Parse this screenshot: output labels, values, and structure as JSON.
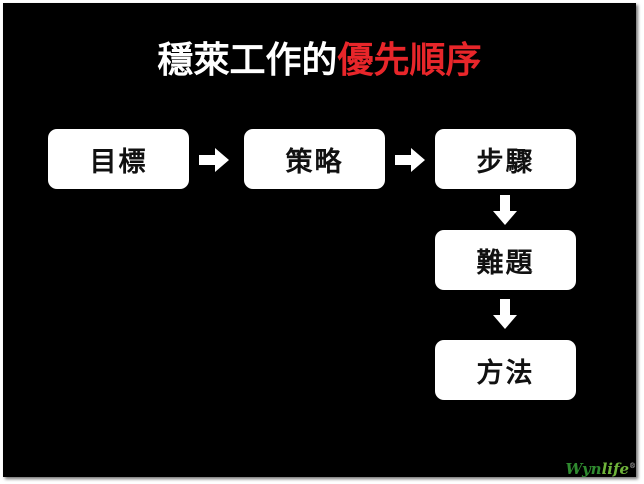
{
  "title": {
    "main": "穩萊工作的",
    "accent": "優先順序"
  },
  "colors": {
    "background": "#000000",
    "title_text": "#ffffff",
    "accent": "#e8262a",
    "box_fill": "#ffffff",
    "box_text": "#111111",
    "arrow": "#ffffff"
  },
  "nodes": {
    "goal": "目標",
    "strategy": "策略",
    "steps": "步驟",
    "problems": "難題",
    "methods": "方法"
  },
  "watermark": {
    "brand": "Wyn",
    "brand_accent": "life",
    "mark": "®"
  }
}
